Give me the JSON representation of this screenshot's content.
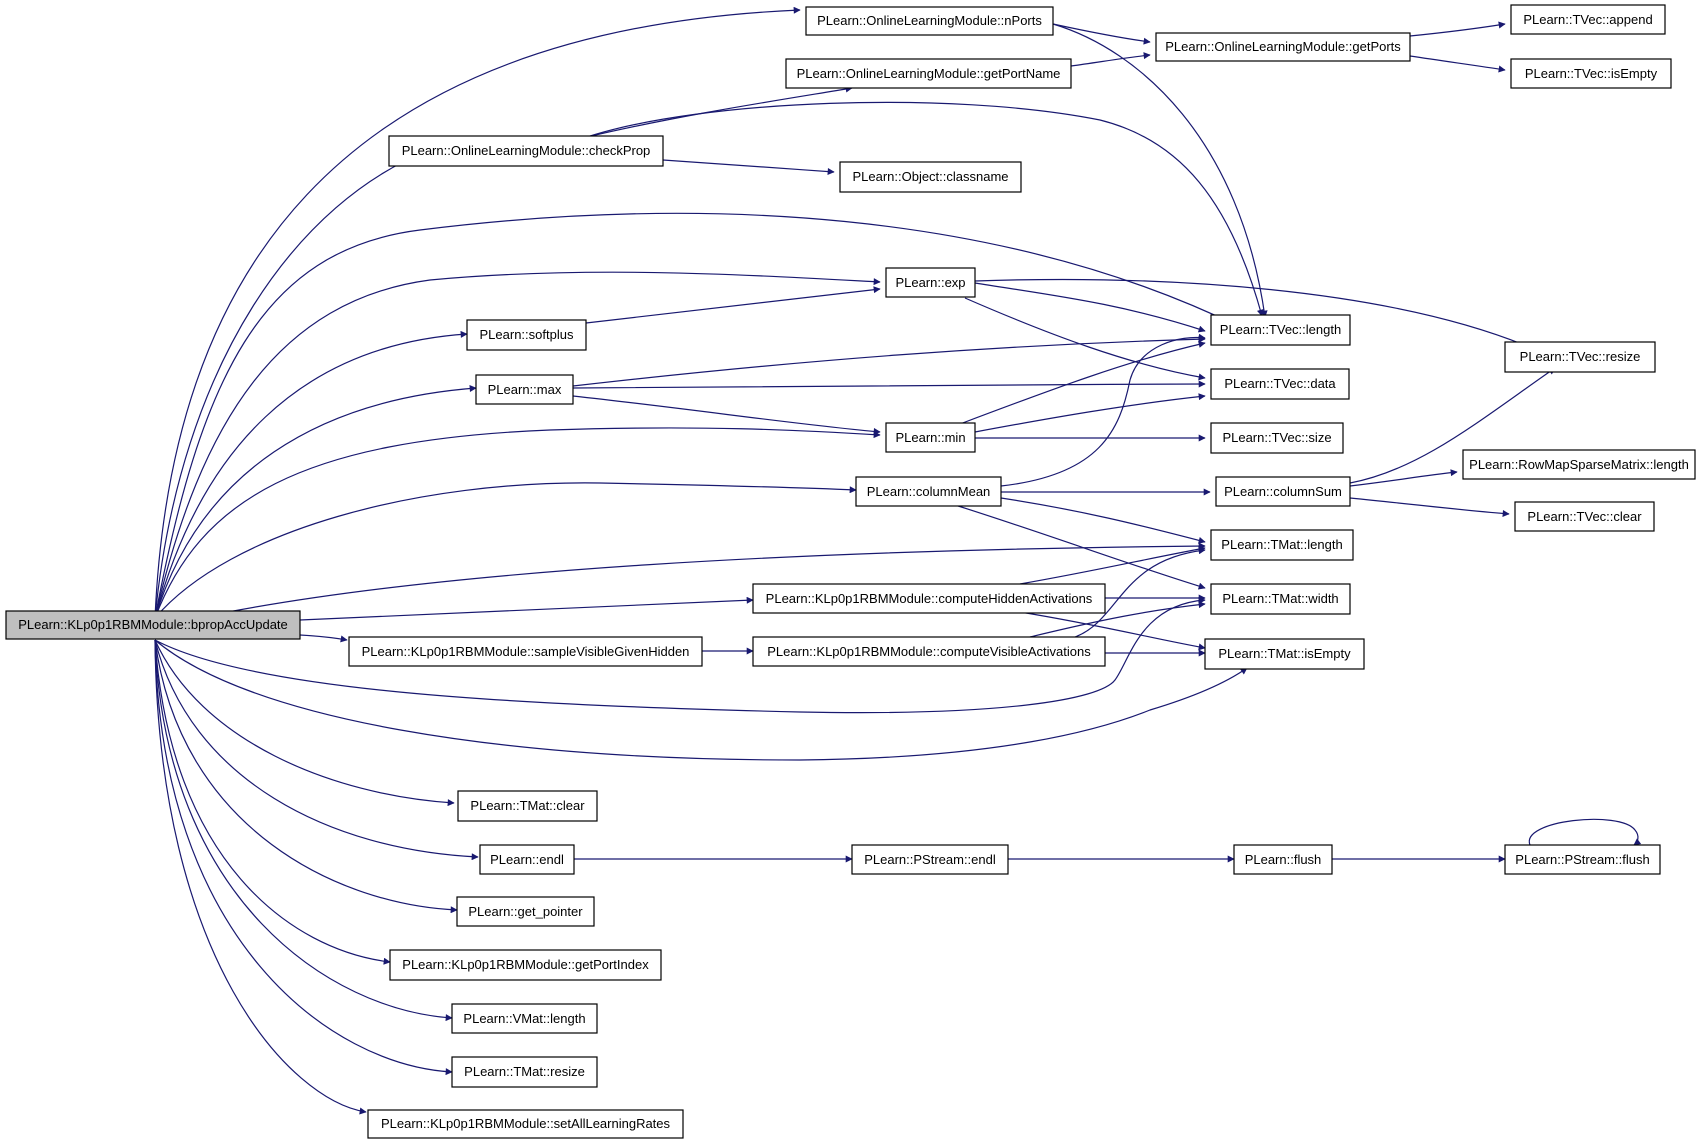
{
  "colors": {
    "edge": "#191970",
    "root_fill": "#bfbfbf",
    "node_fill": "#ffffff",
    "node_border": "#000000"
  },
  "nodes": {
    "root": "PLearn::KLp0p1RBMModule::bpropAccUpdate",
    "nPorts": "PLearn::OnlineLearningModule::nPorts",
    "getPorts": "PLearn::OnlineLearningModule::getPorts",
    "tvecAppend": "PLearn::TVec::append",
    "tvecIsEmpty": "PLearn::TVec::isEmpty",
    "getPortName": "PLearn::OnlineLearningModule::getPortName",
    "checkProp": "PLearn::OnlineLearningModule::checkProp",
    "classname": "PLearn::Object::classname",
    "exp": "PLearn::exp",
    "softplus": "PLearn::softplus",
    "tvecLength": "PLearn::TVec::length",
    "tvecResize": "PLearn::TVec::resize",
    "max": "PLearn::max",
    "tvecData": "PLearn::TVec::data",
    "min": "PLearn::min",
    "tvecSize": "PLearn::TVec::size",
    "columnMean": "PLearn::columnMean",
    "columnSum": "PLearn::columnSum",
    "rowMapLength": "PLearn::RowMapSparseMatrix::length",
    "tvecClear": "PLearn::TVec::clear",
    "tmatLength": "PLearn::TMat::length",
    "computeHidden": "PLearn::KLp0p1RBMModule::computeHiddenActivations",
    "tmatWidth": "PLearn::TMat::width",
    "sampleVisible": "PLearn::KLp0p1RBMModule::sampleVisibleGivenHidden",
    "computeVisible": "PLearn::KLp0p1RBMModule::computeVisibleActivations",
    "tmatIsEmpty": "PLearn::TMat::isEmpty",
    "tmatClear": "PLearn::TMat::clear",
    "endl": "PLearn::endl",
    "pstreamEndl": "PLearn::PStream::endl",
    "flush": "PLearn::flush",
    "pstreamFlush": "PLearn::PStream::flush",
    "getPointer": "PLearn::get_pointer",
    "getPortIndex": "PLearn::KLp0p1RBMModule::getPortIndex",
    "vmatLength": "PLearn::VMat::length",
    "tmatResize": "PLearn::TMat::resize",
    "setAllLearningRates": "PLearn::KLp0p1RBMModule::setAllLearningRates"
  }
}
